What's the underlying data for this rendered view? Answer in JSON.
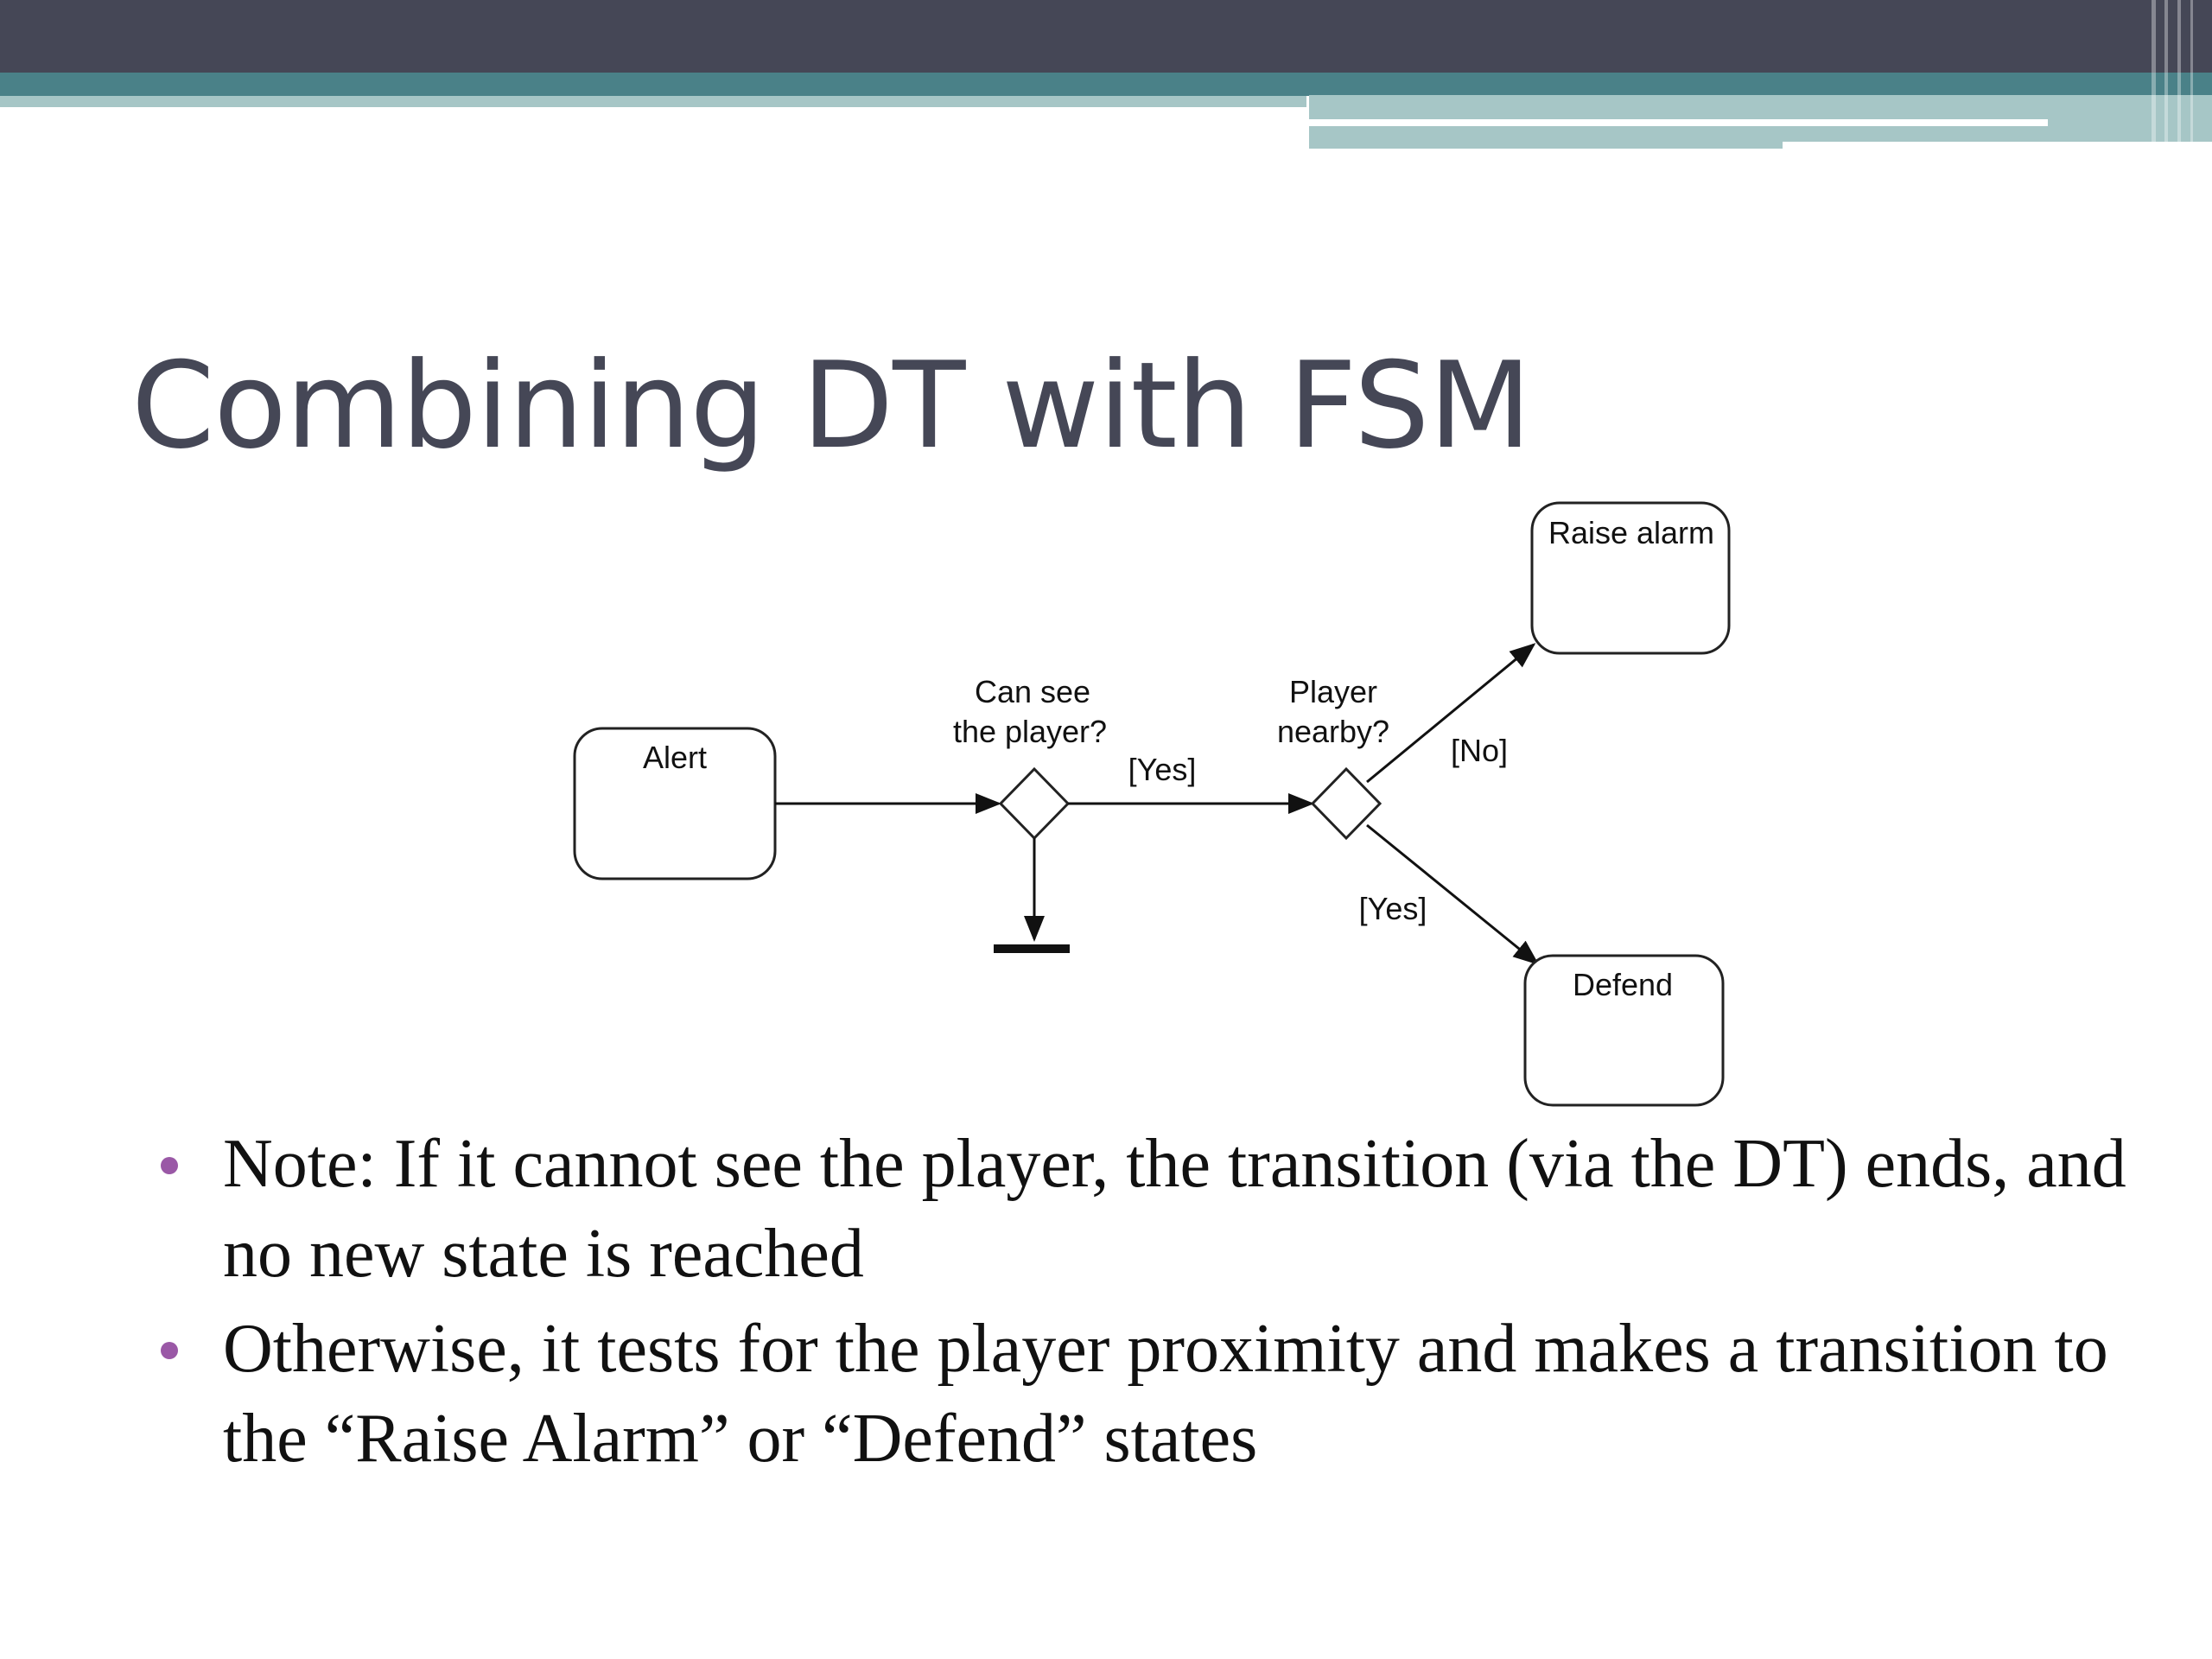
{
  "slide": {
    "title": "Combining DT with FSM",
    "colors": {
      "header_bar": "#454756",
      "teal_stripe": "#4a8188",
      "light_stripe": "#a6c6c6",
      "bullet": "#9a58a6",
      "title": "#454756"
    }
  },
  "diagram": {
    "states": {
      "alert": "Alert",
      "raise_alarm": "Raise alarm",
      "defend": "Defend"
    },
    "decisions": {
      "can_see": {
        "line1": "Can see",
        "line2": "the player?"
      },
      "player_nearby": {
        "line1": "Player",
        "line2": "nearby?"
      }
    },
    "guards": {
      "can_see_yes": "[Yes]",
      "nearby_no": "[No]",
      "nearby_yes": "[Yes]"
    }
  },
  "bullets": [
    "Note: If it cannot see the player, the transition (via the DT) ends, and no new state is reached",
    "Otherwise, it tests for the player proximity and makes a transition to the “Raise Alarm” or “Defend” states"
  ]
}
